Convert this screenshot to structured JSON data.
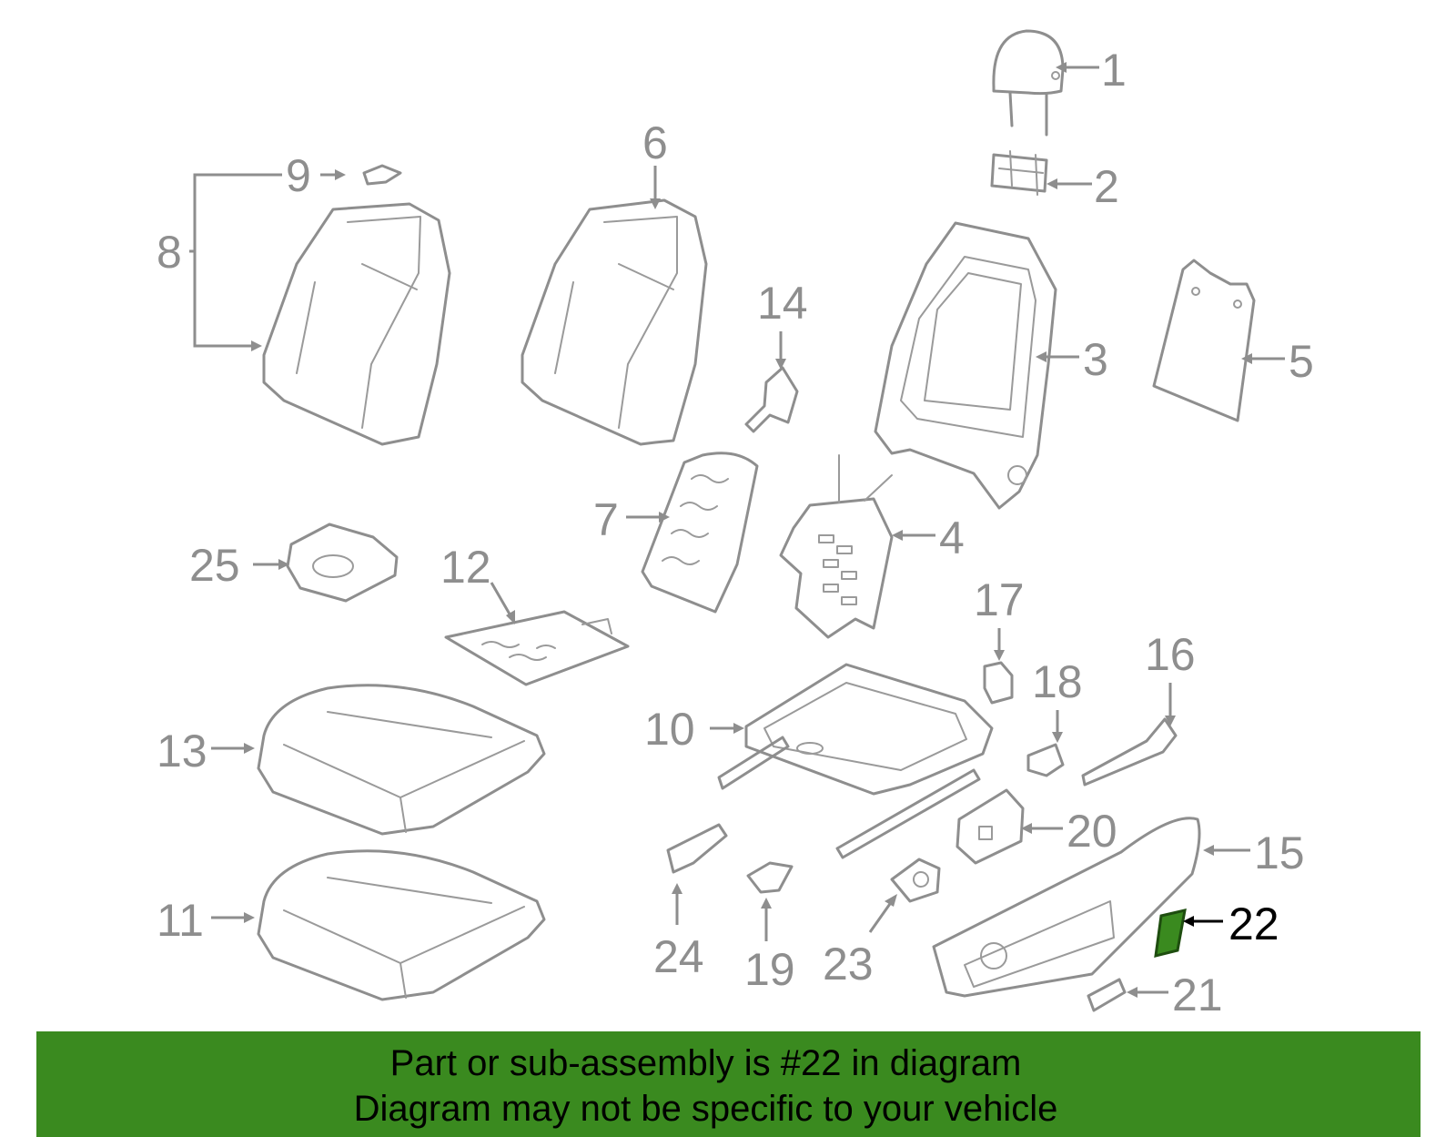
{
  "callouts": {
    "c1": "1",
    "c2": "2",
    "c3": "3",
    "c4": "4",
    "c5": "5",
    "c6": "6",
    "c7": "7",
    "c8": "8",
    "c9": "9",
    "c10": "10",
    "c11": "11",
    "c12": "12",
    "c13": "13",
    "c14": "14",
    "c15": "15",
    "c16": "16",
    "c17": "17",
    "c18": "18",
    "c19": "19",
    "c20": "20",
    "c21": "21",
    "c22": "22",
    "c23": "23",
    "c24": "24",
    "c25": "25"
  },
  "highlighted_part": "22",
  "colors": {
    "line": "#8e8e8e",
    "highlight": "#3a8a1f",
    "banner": "#3a8a1f"
  },
  "banner": {
    "line1": "Part or sub-assembly is #22 in diagram",
    "line2": "Diagram may not be specific to your vehicle"
  }
}
